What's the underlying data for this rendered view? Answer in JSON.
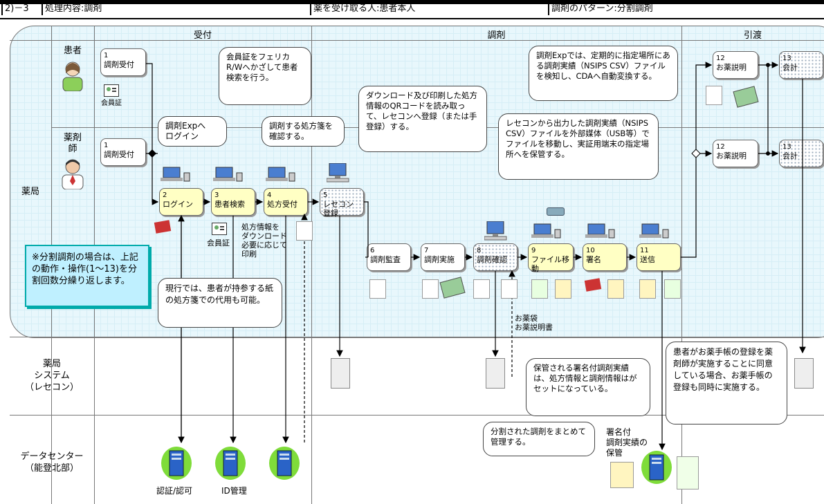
{
  "header": {
    "section": "2)－3",
    "process": "処理内容:調剤",
    "receiver": "薬を受け取る人:患者本人",
    "pattern": "調剤のパターン:分割調剤"
  },
  "phases": [
    "受付",
    "調剤",
    "引渡"
  ],
  "actors": {
    "pharmacy": "薬局",
    "patient": "患者",
    "pharmacist": "薬剤\n師",
    "system": "薬局\nシステム\n（レセコン）",
    "datacenter": "データセンター\n（能登北部）"
  },
  "steps": {
    "s1a": {
      "n": "1",
      "t": "調剤受付"
    },
    "s1b": {
      "n": "1",
      "t": "調剤受付"
    },
    "s2": {
      "n": "2",
      "t": "ログイン"
    },
    "s3": {
      "n": "3",
      "t": "患者検索"
    },
    "s4": {
      "n": "4",
      "t": "処方受付"
    },
    "s5": {
      "n": "5",
      "t": "レセコン登録"
    },
    "s6": {
      "n": "6",
      "t": "調剤監査"
    },
    "s7": {
      "n": "7",
      "t": "調剤実施"
    },
    "s8": {
      "n": "8",
      "t": "調剤確認"
    },
    "s9": {
      "n": "9",
      "t": "ファイル移動"
    },
    "s10": {
      "n": "10",
      "t": "署名"
    },
    "s11": {
      "n": "11",
      "t": "送信"
    },
    "s12a": {
      "n": "12",
      "t": "お薬説明"
    },
    "s12b": {
      "n": "12",
      "t": "お薬説明"
    },
    "s13a": {
      "n": "13",
      "t": "会計"
    },
    "s13b": {
      "n": "13",
      "t": "会計"
    }
  },
  "callouts": {
    "felica": "会員証をフェリカR/Wへかざして患者検索を行う。",
    "login": "調剤Expへ\nログイン",
    "confirm": "調剤する処方箋を確認する。",
    "qr": "ダウンロード及び印刷した処方情報のQRコードを読み取って、レセコンへ登録（または手登録）する。",
    "exp": "調剤Expでは、定期的に指定場所にある調剤実績（NSIPS CSV）ファイルを検知し、CDAへ自動変換する。",
    "usb": "レセコンから出力した調剤実績（NSIPS CSV）ファイルを外部媒体（USB等）でファイルを移動し、実証用端末の指定場所へを保管する。",
    "paper": "現行では、患者が持参する紙の処方箋での代用も可能。",
    "signed": "保管される署名付調剤実績は、処方情報と調剤情報はがセットになっている。",
    "split": "分割された調剤をまとめて管理する。",
    "notebook": "患者がお薬手帳の登録を薬剤師が実施することに同意している場合、お薬手帳の登録も同時に実施する。"
  },
  "note": "※分割調剤の場合は、上記の動作・操作(1～13)を分割回数分繰り返します。",
  "labels": {
    "card1": "会員証",
    "card2": "会員証",
    "download": "処方情報を\nダウンロード\n必要に応じて\n印刷",
    "medbag": "お薬袋\nお薬説明書",
    "auth": "認証/認可",
    "idmgmt": "ID管理",
    "storage": "署名付\n調剤実績の\n保管"
  },
  "colors": {
    "lane": "#e8f7fc",
    "step": "#ffffc4",
    "note": "#bff0ff",
    "server": "#2a63c7",
    "blob": "#7fdc3a"
  }
}
